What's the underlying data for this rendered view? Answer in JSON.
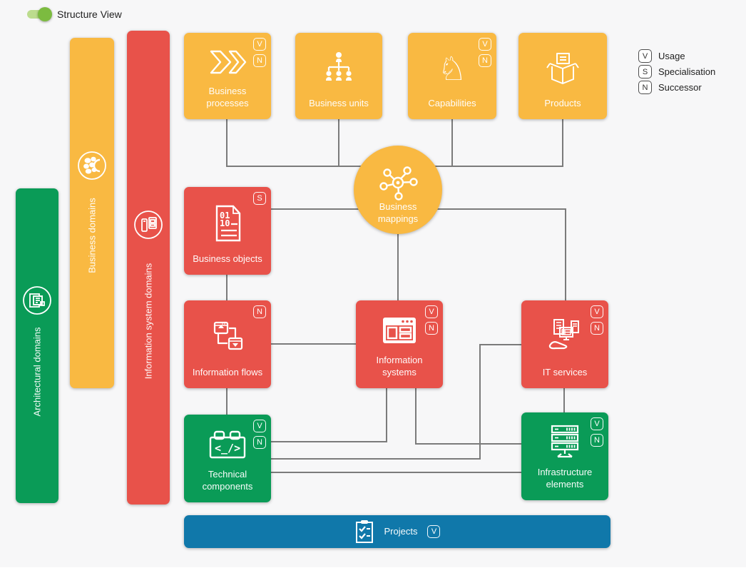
{
  "toolbar": {
    "toggle_label": "Structure View",
    "toggle_state": "on"
  },
  "legend": {
    "items": [
      {
        "key": "V",
        "label": "Usage"
      },
      {
        "key": "S",
        "label": "Specialisation"
      },
      {
        "key": "N",
        "label": "Successor"
      }
    ]
  },
  "domains": [
    {
      "id": "architectural-domains",
      "label": "Architectural domains",
      "color": "#0A9B57",
      "icon": "architecture-blocks-icon"
    },
    {
      "id": "business-domains",
      "label": "Business domains",
      "color": "#F9B942",
      "icon": "cell-cluster-icon"
    },
    {
      "id": "information-system-domains",
      "label": "Information system domains",
      "color": "#E8524A",
      "icon": "devices-icon"
    }
  ],
  "nodes": [
    {
      "id": "business-processes",
      "label": "Business processes",
      "badges": [
        "V",
        "N"
      ],
      "color": "#F9B942",
      "icon": "double-chevron-icon"
    },
    {
      "id": "business-units",
      "label": "Business units",
      "badges": [],
      "color": "#F9B942",
      "icon": "org-chart-icon"
    },
    {
      "id": "capabilities",
      "label": "Capabilities",
      "badges": [
        "V",
        "N"
      ],
      "color": "#F9B942",
      "icon": "chess-knight-icon"
    },
    {
      "id": "products",
      "label": "Products",
      "badges": [],
      "color": "#F9B942",
      "icon": "open-box-icon"
    },
    {
      "id": "business-mappings",
      "label": "Business mappings",
      "badges": [],
      "color": "#F9B942",
      "icon": "hub-network-icon"
    },
    {
      "id": "business-objects",
      "label": "Business objects",
      "badges": [
        "S"
      ],
      "color": "#E8524A",
      "icon": "binary-document-icon"
    },
    {
      "id": "information-flows",
      "label": "Information flows",
      "badges": [
        "N"
      ],
      "color": "#E8524A",
      "icon": "window-flow-icon"
    },
    {
      "id": "information-systems",
      "label": "Information systems",
      "badges": [
        "V",
        "N"
      ],
      "color": "#E8524A",
      "icon": "browser-layout-icon"
    },
    {
      "id": "it-services",
      "label": "IT services",
      "badges": [
        "V",
        "N"
      ],
      "color": "#E8524A",
      "icon": "service-hand-icon"
    },
    {
      "id": "technical-components",
      "label": "Technical components",
      "badges": [
        "V",
        "N"
      ],
      "color": "#0A9B57",
      "icon": "code-brick-icon"
    },
    {
      "id": "infrastructure-elements",
      "label": "Infrastructure elements",
      "badges": [
        "V",
        "N"
      ],
      "color": "#0A9B57",
      "icon": "server-rack-icon"
    },
    {
      "id": "projects",
      "label": "Projects",
      "badges": [
        "V"
      ],
      "color": "#1078AA",
      "icon": "clipboard-checklist-icon"
    }
  ],
  "icon_text": {
    "code": "<_/>",
    "binary_top": "01",
    "binary_bottom": "10",
    "knight": "♘"
  },
  "colors": {
    "yellow": "#F9B942",
    "red": "#E8524A",
    "green": "#0A9B57",
    "blue": "#1078AA",
    "connector": "#7B7B7B",
    "background": "#F7F7F8",
    "toggle_knob": "#7CBB40",
    "toggle_track": "#BCDC8E"
  }
}
